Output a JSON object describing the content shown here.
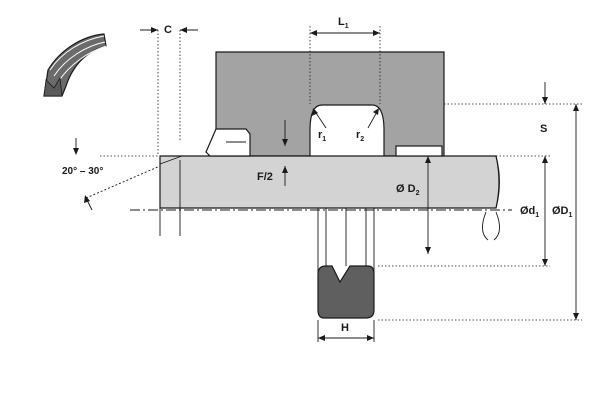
{
  "labels": {
    "c": "C",
    "l1_main": "L",
    "l1_sub": "1",
    "s": "S",
    "r1_main": "r",
    "r1_sub": "1",
    "r2_main": "r",
    "r2_sub": "2",
    "angle": "20° – 30°",
    "f_half": "F/2",
    "d2_main": "Ø D",
    "d2_sub": "2",
    "d1_small_main": "Ød",
    "d1_small_sub": "1",
    "d1_big_main": "ØD",
    "d1_big_sub": "1",
    "h": "H"
  },
  "colors": {
    "housing": "#a3a3a3",
    "rod": "#d3d3d3",
    "seal": "#5f5f5f",
    "seal_icon": "#6b6b6b"
  }
}
